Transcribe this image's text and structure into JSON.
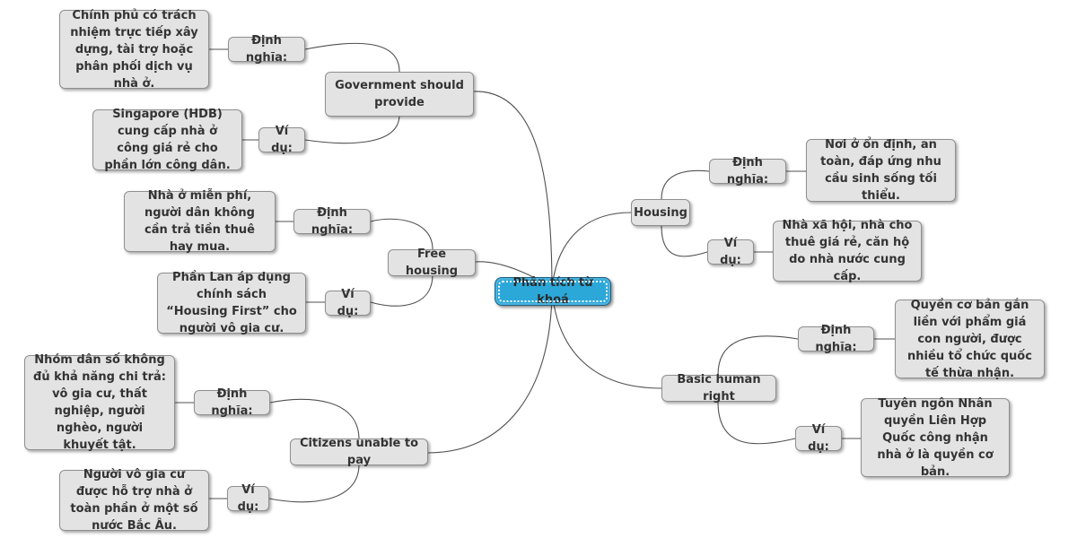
{
  "center": "Phân tích từ khoá",
  "branches": {
    "government": {
      "title": "Government should provide",
      "def_label": "Định nghĩa:",
      "def_text": "Chính phủ có trách nhiệm trực tiếp xây dựng, tài trợ hoặc phân phối dịch vụ nhà ở.",
      "ex_label": "Ví dụ:",
      "ex_text": "Singapore (HDB) cung cấp nhà ở công giá rẻ cho phần lớn công dân."
    },
    "free_housing": {
      "title": "Free housing",
      "def_label": "Định nghĩa:",
      "def_text": "Nhà ở miễn phí, người dân không cần trả tiền thuê hay mua.",
      "ex_label": "Ví dụ:",
      "ex_text": "Phần Lan áp dụng chính sách “Housing First” cho người vô gia cư."
    },
    "citizens": {
      "title": "Citizens unable to pay",
      "def_label": "Định nghĩa:",
      "def_text": "Nhóm dân số không đủ khả năng chi trả: vô gia cư, thất nghiệp, người nghèo, người khuyết tật.",
      "ex_label": "Ví dụ:",
      "ex_text": "Người vô gia cư được hỗ trợ nhà ở toàn phần ở một số nước Bắc Âu."
    },
    "housing": {
      "title": "Housing",
      "def_label": "Định nghĩa:",
      "def_text": "Nơi ở ổn định, an toàn, đáp ứng nhu cầu sinh sống tối thiểu.",
      "ex_label": "Ví dụ:",
      "ex_text": "Nhà xã hội, nhà cho thuê giá rẻ, căn hộ do nhà nước cung cấp."
    },
    "human_right": {
      "title": "Basic human right",
      "def_label": "Định nghĩa:",
      "def_text": "Quyền cơ bản gắn liền với phẩm giá con người, được nhiều tổ chức quốc tế thừa nhận.",
      "ex_label": "Ví dụ:",
      "ex_text": "Tuyên ngôn Nhân quyền Liên Hợp Quốc công nhận nhà ở là quyền cơ bản."
    }
  }
}
